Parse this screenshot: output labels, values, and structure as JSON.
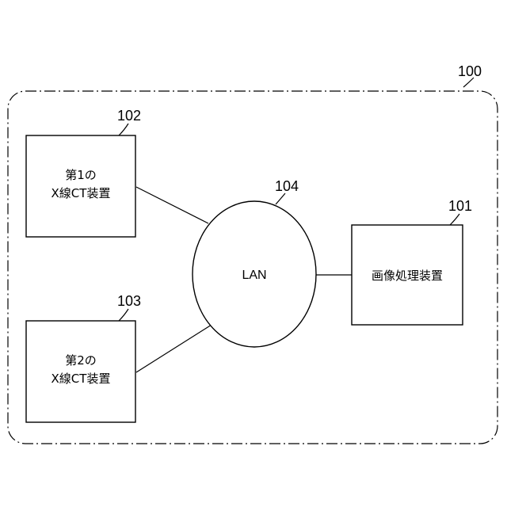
{
  "system": {
    "ref": "100"
  },
  "devices": {
    "ct1": {
      "ref": "102",
      "line1": "第1の",
      "line2": "X線CT装置"
    },
    "ct2": {
      "ref": "103",
      "line1": "第2の",
      "line2": "X線CT装置"
    },
    "processor": {
      "ref": "101",
      "label": "画像処理装置"
    },
    "lan": {
      "ref": "104",
      "label": "LAN"
    }
  }
}
